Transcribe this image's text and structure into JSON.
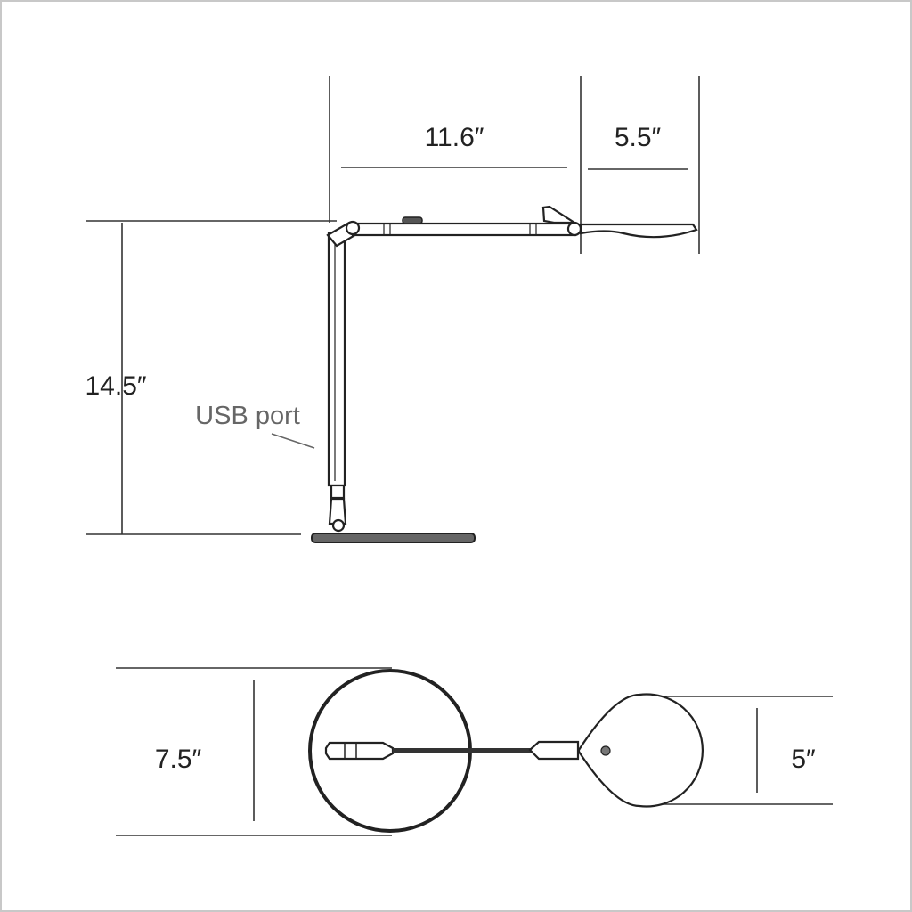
{
  "side_view": {
    "arm_length": "11.6″",
    "head_length": "5.5″",
    "height": "14.5″",
    "usb_label": "USB port"
  },
  "top_view": {
    "base_diameter": "7.5″",
    "head_diameter": "5″"
  }
}
